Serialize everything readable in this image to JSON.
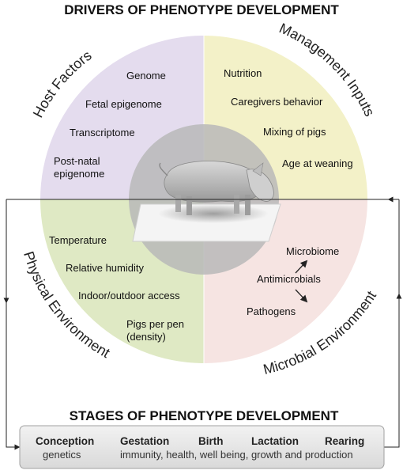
{
  "title_top": "DRIVERS OF PHENOTYPE DEVELOPMENT",
  "title_bottom": "STAGES OF PHENOTYPE DEVELOPMENT",
  "quadrants": {
    "host": {
      "label": "Host Factors",
      "color": "#e4dcee",
      "items": [
        "Genome",
        "Fetal epigenome",
        "Transcriptome",
        "Post-natal",
        "epigenome"
      ]
    },
    "management": {
      "label": "Management Inputs",
      "color": "#f3f1c8",
      "items": [
        "Nutrition",
        "Caregivers behavior",
        "Mixing of pigs",
        "Age at weaning"
      ]
    },
    "physical": {
      "label": "Physical Environment",
      "color": "#dfe9c4",
      "items": [
        "Temperature",
        "Relative humidity",
        "Indoor/outdoor access",
        "Pigs per pen",
        "(density)"
      ]
    },
    "microbial": {
      "label": "Microbial Environment",
      "color": "#f6e4e2",
      "items": [
        "Microbiome",
        "Antimicrobials",
        "Pathogens"
      ]
    }
  },
  "stages": {
    "headings": [
      "Conception",
      "Gestation",
      "Birth",
      "Lactation",
      "Rearing"
    ],
    "sub_left": "genetics",
    "sub_right": "immunity, health, well being, growth and production"
  },
  "colors": {
    "center_circle": "#b9b9b9",
    "stage_box": "#e6e6e6",
    "line": "#222222"
  }
}
